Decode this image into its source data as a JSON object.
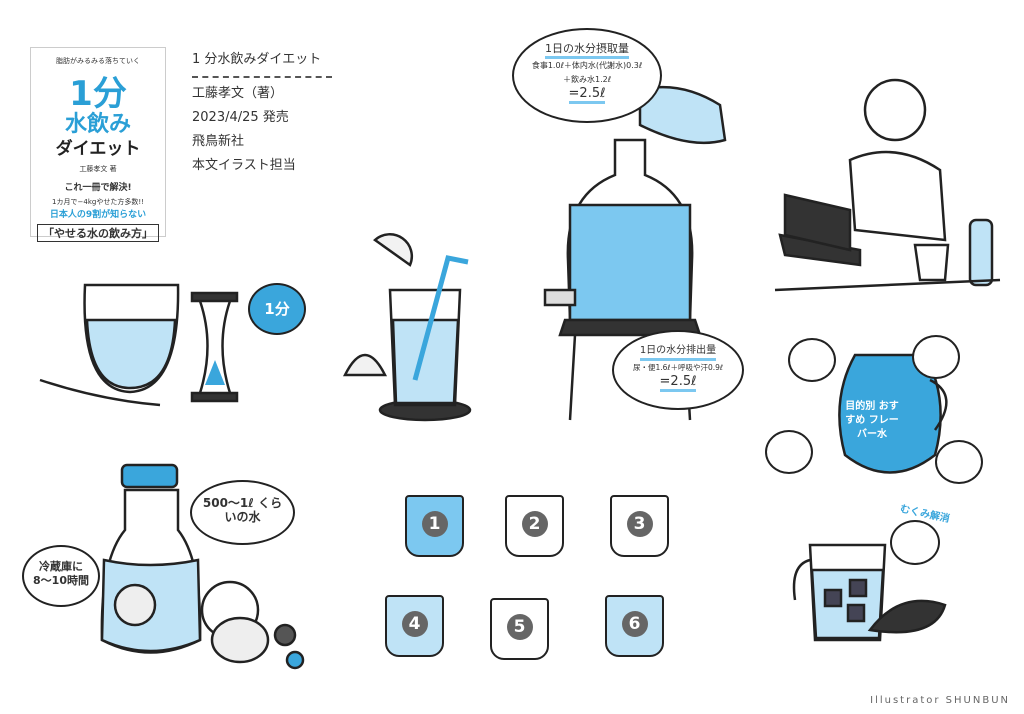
{
  "cover": {
    "title_1": "1分",
    "title_2": "水飲み",
    "title_3": "ダイエット",
    "tagline": "脂肪がみるみる落ちていく",
    "author": "工藤孝文 著",
    "catch_1": "これ一冊で解決!",
    "catch_2": "1カ月で−4kgやせた方多数!!",
    "catch_3": "日本人の9割が知らない",
    "catch_4": "「やせる水の飲み方」"
  },
  "info": {
    "title": "1 分水飲みダイエット",
    "author": "工藤孝文（著）",
    "date": "2023/4/25 発売",
    "publisher": "飛鳥新社",
    "role": "本文イラスト担当"
  },
  "bubbles": {
    "one_minute": "1分",
    "intake_title": "1日の水分摂取量",
    "intake_line1": "食事1.0ℓ＋体内水(代謝水)0.3ℓ",
    "intake_line2": "＋飲み水1.2ℓ",
    "intake_total": "=2.5ℓ",
    "output_title": "1日の水分排出量",
    "output_line1": "尿・便1.6ℓ＋呼吸や汗0.9ℓ",
    "output_total": "=2.5ℓ",
    "flavor": "目的別 おすすめ フレーバー水",
    "mukumi": "むくみ解消",
    "amount": "500〜1ℓ くらいの水",
    "fridge": "冷蔵庫に 8〜10時間"
  },
  "cups": [
    "1",
    "2",
    "3",
    "4",
    "5",
    "6"
  ],
  "credit": "Illustrator SHUNBUN",
  "colors": {
    "accent": "#3aa6dc",
    "line": "#222222"
  }
}
